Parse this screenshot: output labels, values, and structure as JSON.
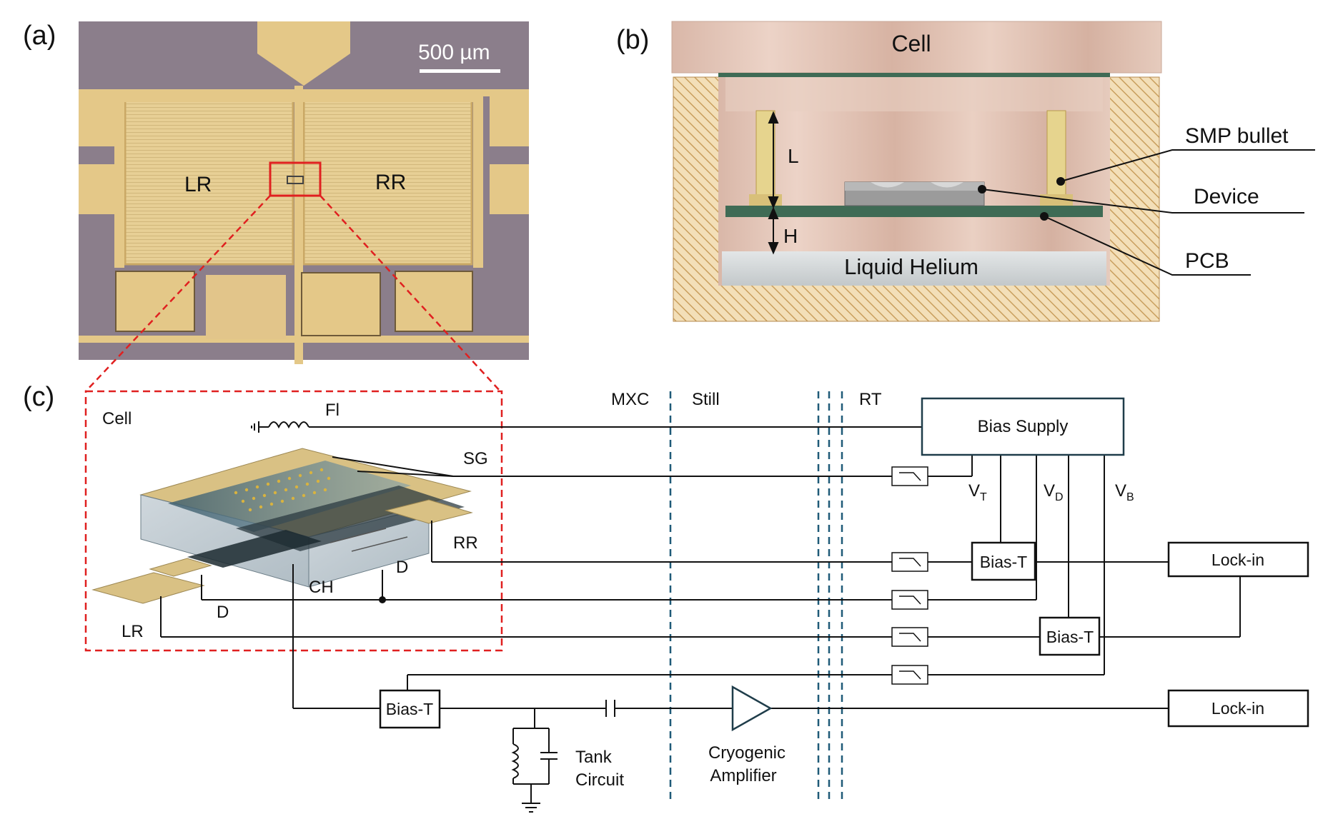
{
  "panel_a": {
    "tag": "(a)",
    "scale_bar": "500 µm",
    "left_resonator": "LR",
    "right_resonator": "RR",
    "colors": {
      "substrate": "#8a7d8a",
      "gold": "#e4c888",
      "gold_dark": "#c9a862",
      "highlight": "#e02020"
    }
  },
  "panel_b": {
    "tag": "(b)",
    "cell": "Cell",
    "helium": "Liquid Helium",
    "dim_L": "L",
    "dim_H": "H",
    "labels": {
      "smp": "SMP bullet",
      "device": "Device",
      "pcb": "PCB"
    },
    "colors": {
      "copper": "#dfbfb1",
      "pcb": "#3f6b55",
      "hatch": "#c9a56a",
      "helium": "#cfd4d6"
    }
  },
  "panel_c": {
    "tag": "(c)",
    "cell": "Cell",
    "fl": "Fl",
    "sg": "SG",
    "rr": "RR",
    "lr": "LR",
    "ch": "CH",
    "d_right": "D",
    "d_left": "D",
    "stages": {
      "mxc": "MXC",
      "still": "Still",
      "rt": "RT"
    },
    "bias_supply": "Bias Supply",
    "vt": {
      "base": "V",
      "sub": "T"
    },
    "vd": {
      "base": "V",
      "sub": "D"
    },
    "vb": {
      "base": "V",
      "sub": "B"
    },
    "bias_t_top": "Bias-T",
    "bias_t_mid": "Bias-T",
    "bias_t_low": "Bias-T",
    "lockin_top": "Lock-in",
    "lockin_bottom": "Lock-in",
    "tank_line1": "Tank",
    "tank_line2": "Circuit",
    "amp_line1": "Cryogenic",
    "amp_line2": "Amplifier",
    "colors": {
      "wire": "#111111",
      "stage_line": "#1f5a78",
      "dash_box": "#e02020",
      "box_border": "#1f3d4a"
    }
  }
}
